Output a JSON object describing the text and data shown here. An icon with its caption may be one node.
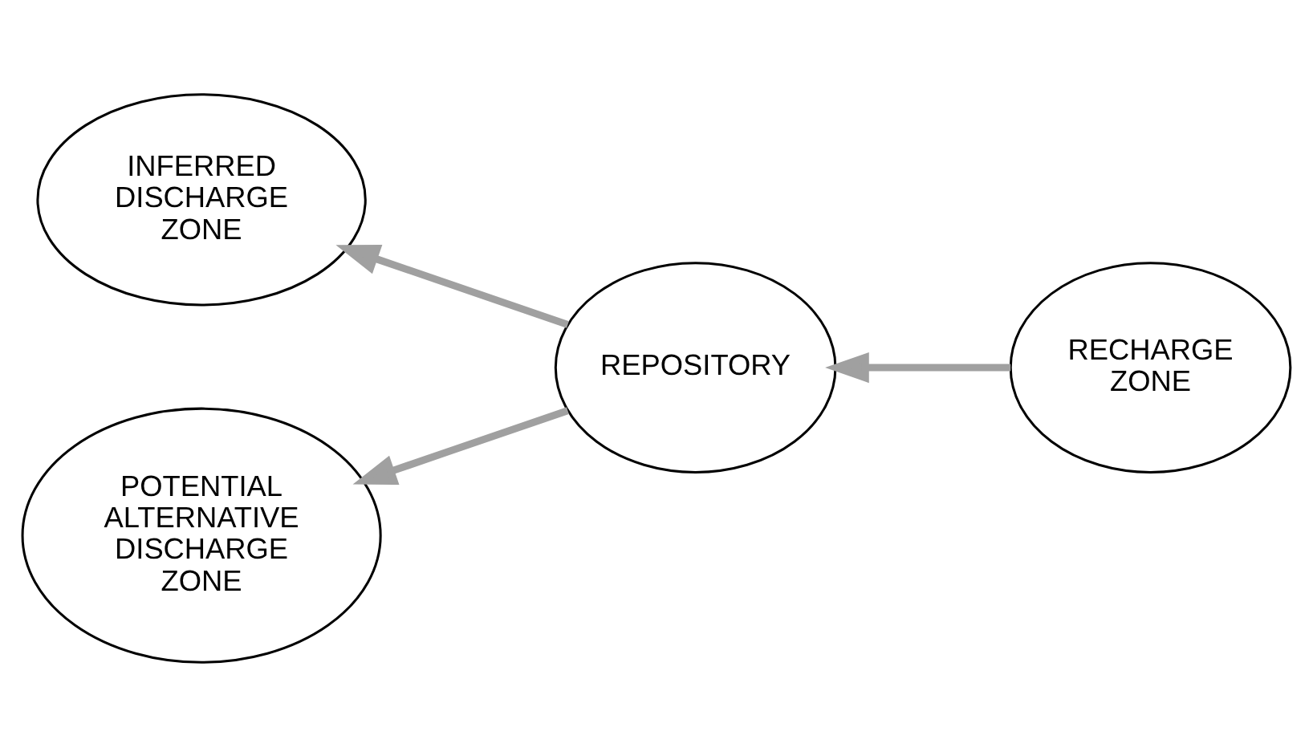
{
  "diagram": {
    "nodes": [
      {
        "text": [
          "INFERRED DISCHARGE ZONE"
        ]
      },
      {
        "text": [
          "RECHARGE ZONE"
        ]
      },
      {
        "text": [
          "REPOSITORY"
        ]
      },
      {
        "text": [
          "POTENTIAL ALTERNATIVE DISCHARGE ZONE"
        ]
      }
    ],
    "edges": [
      {
        "from": 1,
        "to": 2,
        "arrow": "to"
      },
      {
        "from": 2,
        "to": 0,
        "arrow": "to"
      },
      {
        "from": 2,
        "to": 3,
        "arrow": "to"
      }
    ]
  }
}
